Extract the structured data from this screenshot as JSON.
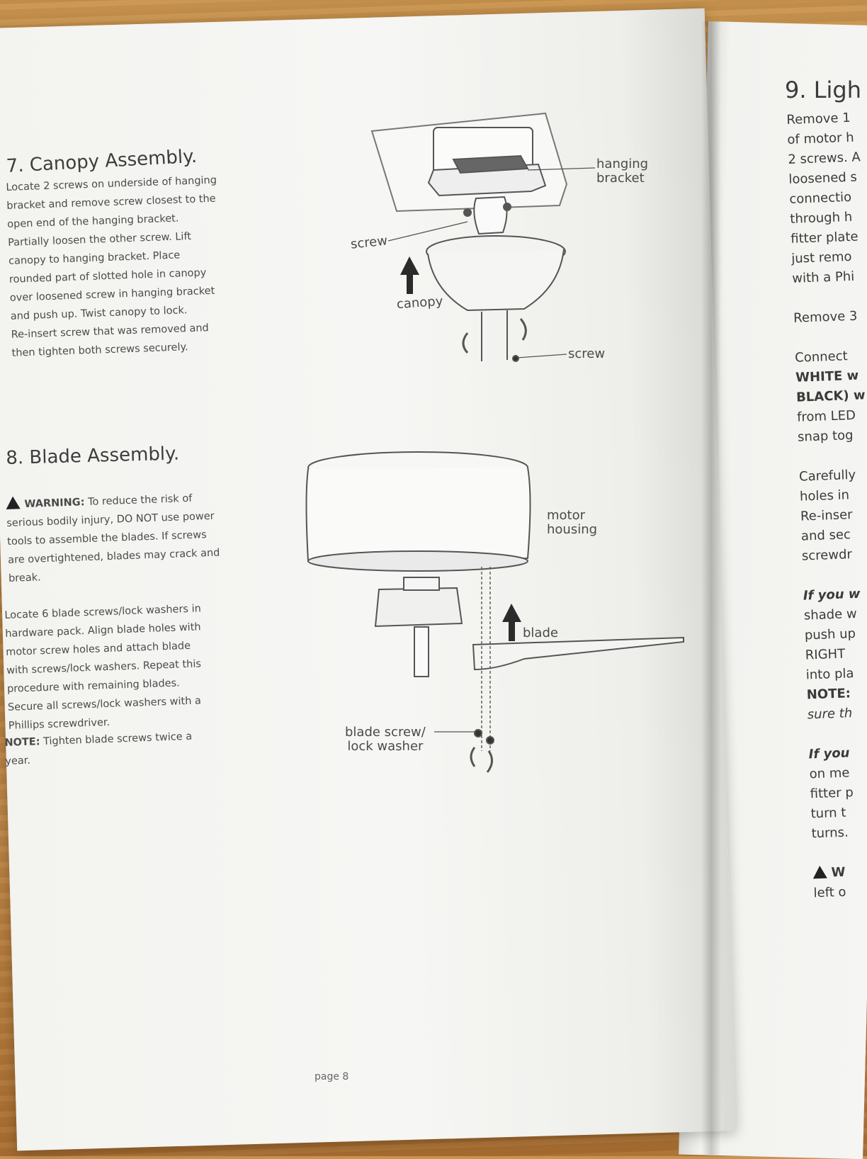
{
  "left_page": {
    "section7": {
      "title": "7. Canopy Assembly.",
      "lines": [
        "Locate 2 screws on underside of hanging",
        "bracket and remove screw closest to the",
        "open end of the hanging bracket.",
        "Partially loosen the other screw. Lift",
        "canopy to hanging bracket. Place",
        "rounded part of slotted hole in canopy",
        "over loosened screw in hanging bracket",
        "and push up. Twist canopy to lock.",
        "Re-insert screw that was removed and",
        "then tighten both screws securely."
      ]
    },
    "section8": {
      "title": "8. Blade Assembly.",
      "warning_label": "WARNING:",
      "warning_lines": [
        " To reduce the risk of",
        "serious bodily injury, DO NOT use power",
        "tools to assemble the blades. If screws",
        "are overtightened, blades may crack and",
        "break."
      ],
      "lines": [
        "Locate 6 blade screws/lock washers in",
        "hardware pack. Align blade holes with",
        "motor screw holes and attach blade",
        "with screws/lock washers. Repeat this",
        "procedure with remaining blades.",
        "Secure all screws/lock washers with a",
        "Phillips screwdriver."
      ],
      "note_label": "NOTE:",
      "note_lines": [
        " Tighten blade screws twice a",
        "year."
      ]
    },
    "diagram_labels": {
      "hanging_bracket_1": "hanging",
      "hanging_bracket_2": "bracket",
      "screw_left": "screw",
      "canopy": "canopy",
      "screw_right": "screw",
      "motor_housing_1": "motor",
      "motor_housing_2": "housing",
      "blade": "blade",
      "blade_screw_1": "blade screw/",
      "blade_screw_2": "lock washer"
    },
    "page_number": "page 8"
  },
  "right_page": {
    "title": "9. Ligh",
    "lines": [
      {
        "text": "Remove 1",
        "style": ""
      },
      {
        "text": "of motor h",
        "style": ""
      },
      {
        "text": "2 screws. A",
        "style": ""
      },
      {
        "text": "loosened s",
        "style": ""
      },
      {
        "text": "connectio",
        "style": ""
      },
      {
        "text": "through h",
        "style": ""
      },
      {
        "text": "fitter plate",
        "style": ""
      },
      {
        "text": "just remo",
        "style": ""
      },
      {
        "text": "with a Phi",
        "style": ""
      },
      {
        "text": "",
        "style": ""
      },
      {
        "text": "Remove 3",
        "style": ""
      },
      {
        "text": "",
        "style": ""
      },
      {
        "text": "Connect",
        "style": ""
      },
      {
        "text": "WHITE w",
        "style": "b"
      },
      {
        "text": "BLACK) w",
        "style": "b"
      },
      {
        "text": "from LED",
        "style": ""
      },
      {
        "text": "snap tog",
        "style": ""
      },
      {
        "text": "",
        "style": ""
      },
      {
        "text": "Carefully",
        "style": ""
      },
      {
        "text": "holes in",
        "style": ""
      },
      {
        "text": "Re-inser",
        "style": ""
      },
      {
        "text": "and sec",
        "style": ""
      },
      {
        "text": "screwdr",
        "style": ""
      },
      {
        "text": "",
        "style": ""
      },
      {
        "text": "If you w",
        "style": "b i"
      },
      {
        "text": "shade w",
        "style": ""
      },
      {
        "text": "push up",
        "style": ""
      },
      {
        "text": "RIGHT",
        "style": ""
      },
      {
        "text": "into pla",
        "style": ""
      },
      {
        "text": "NOTE:",
        "style": "b"
      },
      {
        "text": "sure th",
        "style": "i"
      },
      {
        "text": "",
        "style": ""
      },
      {
        "text": "If you",
        "style": "b i"
      },
      {
        "text": "on me",
        "style": ""
      },
      {
        "text": "fitter p",
        "style": ""
      },
      {
        "text": "turn t",
        "style": ""
      },
      {
        "text": "turns.",
        "style": ""
      },
      {
        "text": "",
        "style": ""
      },
      {
        "text": "W",
        "style": "b warn"
      },
      {
        "text": "left o",
        "style": ""
      }
    ]
  }
}
